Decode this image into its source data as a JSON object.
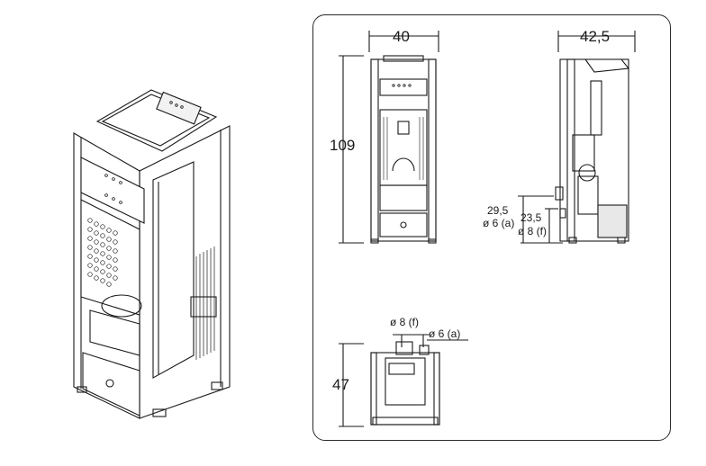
{
  "dimensions": {
    "width": "40",
    "depth": "42,5",
    "height": "109",
    "top_depth": "47",
    "inlet_height_a": "29,5",
    "inlet_a": "ø 6 (a)",
    "inlet_height_f": "23,5",
    "inlet_f": "ø 8 (f)",
    "top_inlet_f": "ø 8 (f)",
    "top_inlet_a": "ø 6 (a)"
  },
  "colors": {
    "line": "#1a1a1a",
    "fill": "#ffffff",
    "grey": "#d9d9d9"
  }
}
